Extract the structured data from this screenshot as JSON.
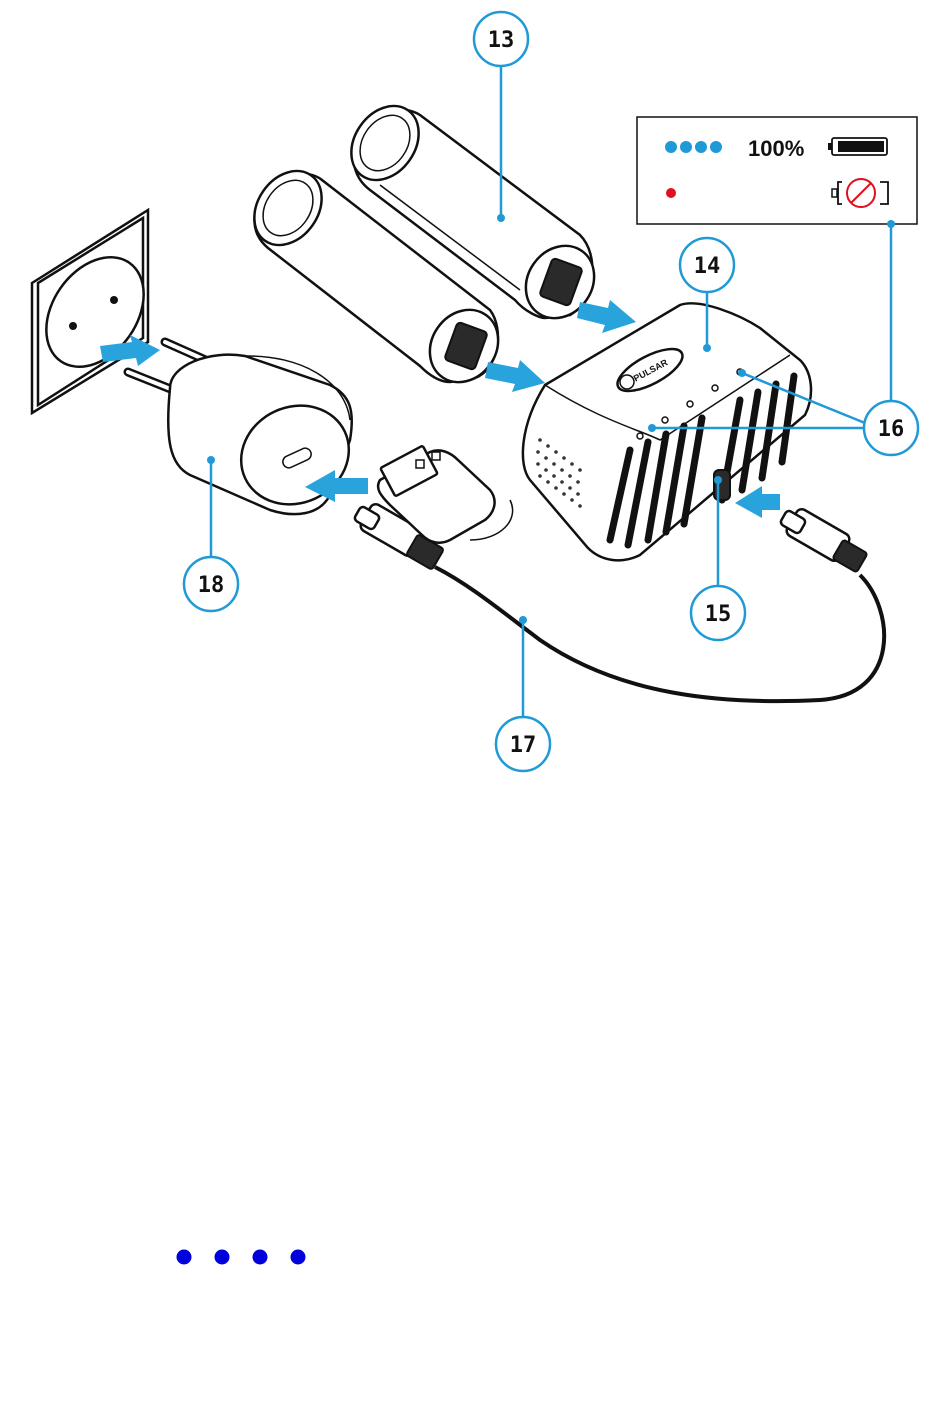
{
  "callouts": [
    {
      "id": "13",
      "label": "13",
      "part": "batteries"
    },
    {
      "id": "14",
      "label": "14",
      "part": "charging-station"
    },
    {
      "id": "15",
      "label": "15",
      "part": "usb-port"
    },
    {
      "id": "16",
      "label": "16",
      "part": "indicators"
    },
    {
      "id": "17",
      "label": "17",
      "part": "usb-cable"
    },
    {
      "id": "18",
      "label": "18",
      "part": "power-adapter"
    }
  ],
  "legend": {
    "full_percent": "100%",
    "full_dots": 4,
    "fault_dots": 1,
    "full_icon": "battery-full-icon",
    "fault_icon": "battery-fault-icon"
  },
  "brand_logo_text": "PULSAR",
  "bottom_indicator": {
    "dots": 4,
    "color": "#0000dd"
  },
  "colors": {
    "accent": "#1f9ad6",
    "arrow": "#29a3dc",
    "fault_dot": "#e0101e",
    "fault_icon": "#e0101e",
    "outline": "#111111"
  }
}
